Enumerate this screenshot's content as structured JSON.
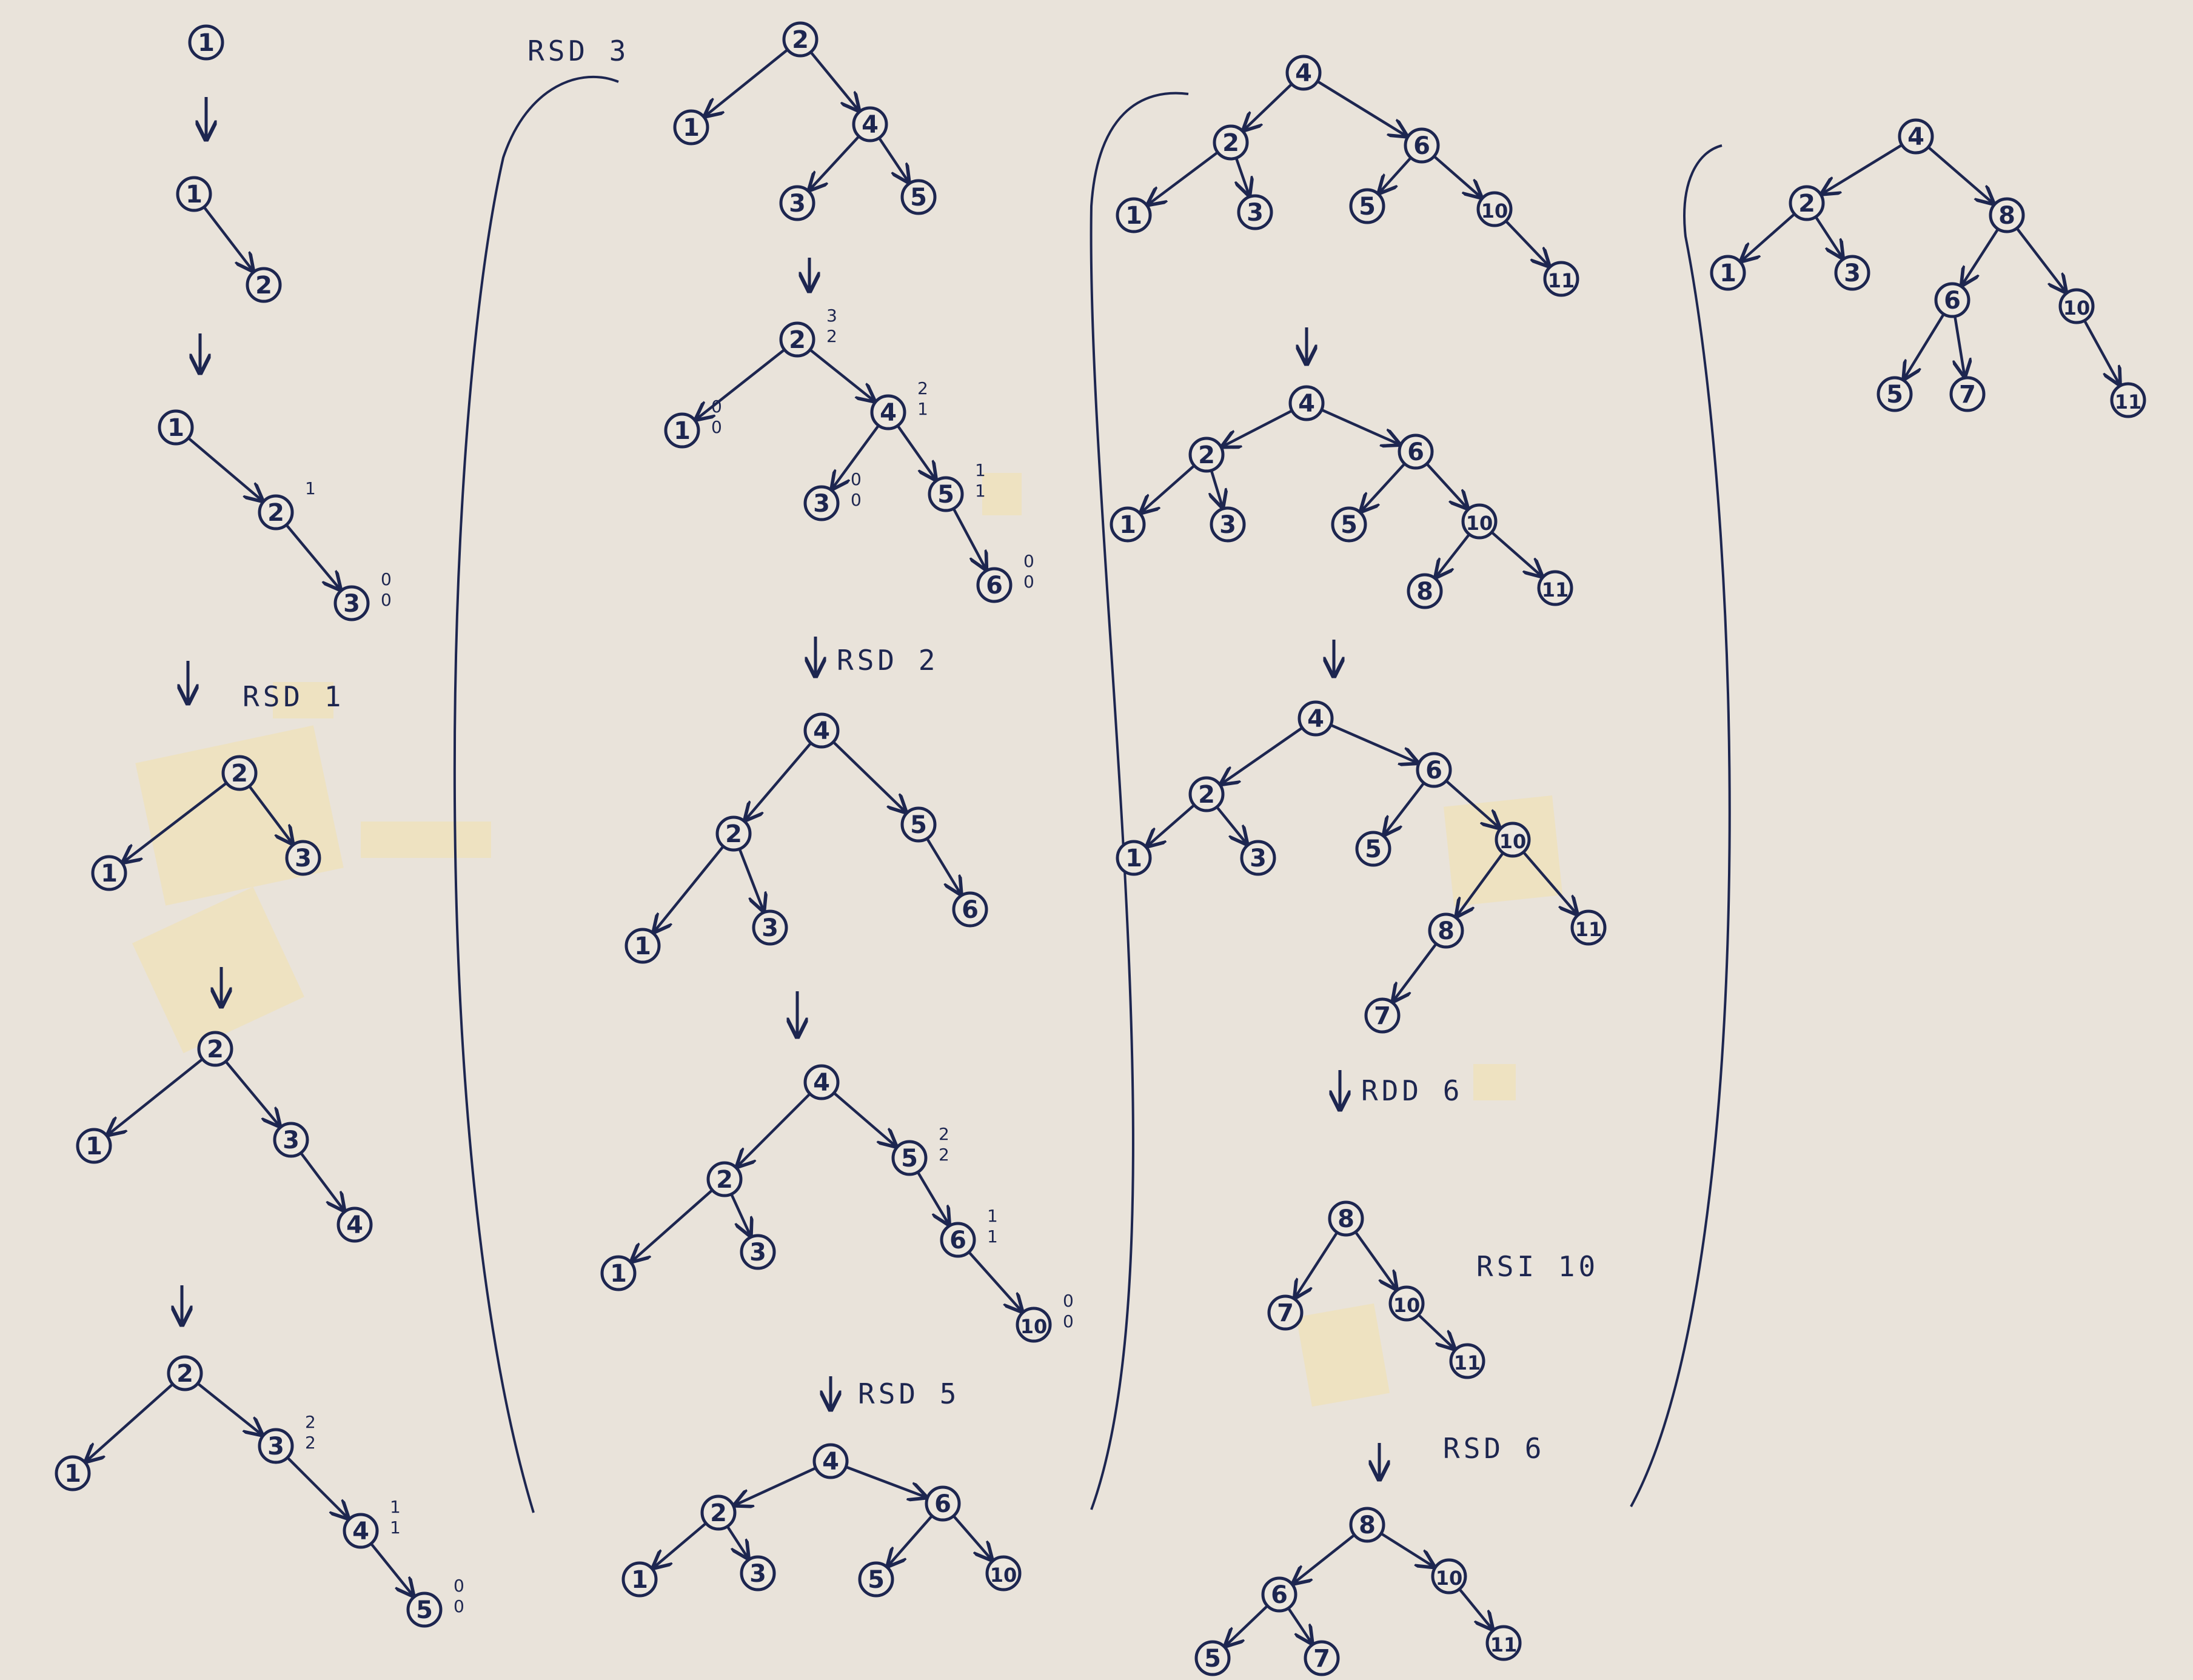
{
  "colors": {
    "paper": "#e9e3da",
    "ink": "#1d2650",
    "tape": "#efe2b8"
  },
  "labels": {
    "rsd1": "RSD 1",
    "rsd3": "RSD 3",
    "rsd2": "RSD 2",
    "rsd5": "RSD 5",
    "rdd6": "RDD 6",
    "rsi10": "RSI 10",
    "rsd6": "RSD 6"
  },
  "trees": [
    {
      "id": "t1",
      "nodes": [
        "1"
      ],
      "edges": []
    },
    {
      "id": "t2",
      "nodes": [
        "1",
        "2"
      ],
      "edges": [
        [
          "1",
          "2"
        ]
      ]
    },
    {
      "id": "t3",
      "nodes": [
        "1",
        "2",
        "3"
      ],
      "edges": [
        [
          "1",
          "2"
        ],
        [
          "2",
          "3"
        ]
      ],
      "marks": [
        [
          "2",
          "1"
        ],
        [
          "3",
          "0 0"
        ]
      ]
    },
    {
      "id": "t4",
      "nodes": [
        "2",
        "1",
        "3"
      ],
      "edges": [
        [
          "2",
          "1"
        ],
        [
          "2",
          "3"
        ]
      ]
    },
    {
      "id": "t5",
      "nodes": [
        "2",
        "1",
        "3",
        "4"
      ],
      "edges": [
        [
          "2",
          "1"
        ],
        [
          "2",
          "3"
        ],
        [
          "3",
          "4"
        ]
      ]
    },
    {
      "id": "t6",
      "nodes": [
        "2",
        "1",
        "3",
        "4",
        "5"
      ],
      "edges": [
        [
          "2",
          "1"
        ],
        [
          "2",
          "3"
        ],
        [
          "3",
          "4"
        ],
        [
          "4",
          "5"
        ]
      ],
      "marks": [
        [
          "3",
          "2 2"
        ],
        [
          "4",
          "1 1"
        ],
        [
          "5",
          "0 0"
        ]
      ]
    },
    {
      "id": "t7",
      "nodes": [
        "2",
        "1",
        "4",
        "3",
        "5"
      ],
      "edges": [
        [
          "2",
          "1"
        ],
        [
          "2",
          "4"
        ],
        [
          "4",
          "3"
        ],
        [
          "4",
          "5"
        ]
      ]
    },
    {
      "id": "t8",
      "nodes": [
        "2",
        "1",
        "4",
        "3",
        "5",
        "6"
      ],
      "edges": [
        [
          "2",
          "1"
        ],
        [
          "2",
          "4"
        ],
        [
          "4",
          "3"
        ],
        [
          "4",
          "5"
        ],
        [
          "5",
          "6"
        ]
      ],
      "marks": [
        [
          "2",
          "3 2"
        ],
        [
          "4",
          "2 1"
        ],
        [
          "5",
          "1 1"
        ],
        [
          "1",
          "0 0"
        ],
        [
          "3",
          "0 0"
        ],
        [
          "6",
          "0 0"
        ]
      ]
    },
    {
      "id": "t9",
      "nodes": [
        "4",
        "2",
        "5",
        "1",
        "3",
        "6"
      ],
      "edges": [
        [
          "4",
          "2"
        ],
        [
          "4",
          "5"
        ],
        [
          "2",
          "1"
        ],
        [
          "2",
          "3"
        ],
        [
          "5",
          "6"
        ]
      ]
    },
    {
      "id": "t10",
      "nodes": [
        "4",
        "2",
        "5",
        "1",
        "3",
        "6",
        "10"
      ],
      "edges": [
        [
          "4",
          "2"
        ],
        [
          "4",
          "5"
        ],
        [
          "2",
          "1"
        ],
        [
          "2",
          "3"
        ],
        [
          "5",
          "6"
        ],
        [
          "6",
          "10"
        ]
      ],
      "marks": [
        [
          "5",
          "2 2"
        ],
        [
          "6",
          "1 1"
        ],
        [
          "10",
          "0 0"
        ]
      ]
    },
    {
      "id": "t11",
      "nodes": [
        "4",
        "2",
        "6",
        "1",
        "3",
        "5",
        "10"
      ],
      "edges": [
        [
          "4",
          "2"
        ],
        [
          "4",
          "6"
        ],
        [
          "2",
          "1"
        ],
        [
          "2",
          "3"
        ],
        [
          "6",
          "5"
        ],
        [
          "6",
          "10"
        ]
      ]
    },
    {
      "id": "t12",
      "nodes": [
        "4",
        "2",
        "6",
        "1",
        "3",
        "5",
        "10",
        "11"
      ],
      "edges": [
        [
          "4",
          "2"
        ],
        [
          "4",
          "6"
        ],
        [
          "2",
          "1"
        ],
        [
          "2",
          "3"
        ],
        [
          "6",
          "5"
        ],
        [
          "6",
          "10"
        ],
        [
          "10",
          "11"
        ]
      ]
    },
    {
      "id": "t13",
      "nodes": [
        "4",
        "2",
        "6",
        "1",
        "3",
        "5",
        "10",
        "8",
        "11"
      ],
      "edges": [
        [
          "4",
          "2"
        ],
        [
          "4",
          "6"
        ],
        [
          "2",
          "1"
        ],
        [
          "2",
          "3"
        ],
        [
          "6",
          "5"
        ],
        [
          "6",
          "10"
        ],
        [
          "10",
          "8"
        ],
        [
          "10",
          "11"
        ]
      ]
    },
    {
      "id": "t14",
      "nodes": [
        "4",
        "2",
        "6",
        "1",
        "3",
        "5",
        "10",
        "8",
        "11",
        "7"
      ],
      "edges": [
        [
          "4",
          "2"
        ],
        [
          "4",
          "6"
        ],
        [
          "2",
          "1"
        ],
        [
          "2",
          "3"
        ],
        [
          "6",
          "5"
        ],
        [
          "6",
          "10"
        ],
        [
          "10",
          "8"
        ],
        [
          "10",
          "11"
        ],
        [
          "8",
          "7"
        ]
      ]
    },
    {
      "id": "t15",
      "nodes": [
        "8",
        "7",
        "10",
        "11"
      ],
      "edges": [
        [
          "8",
          "7"
        ],
        [
          "8",
          "10"
        ],
        [
          "10",
          "11"
        ]
      ]
    },
    {
      "id": "t16",
      "nodes": [
        "8",
        "6",
        "10",
        "5",
        "7",
        "11"
      ],
      "edges": [
        [
          "8",
          "6"
        ],
        [
          "8",
          "10"
        ],
        [
          "6",
          "5"
        ],
        [
          "6",
          "7"
        ],
        [
          "10",
          "11"
        ]
      ]
    },
    {
      "id": "t17",
      "nodes": [
        "4",
        "2",
        "8",
        "1",
        "3",
        "6",
        "10",
        "5",
        "7",
        "11"
      ],
      "edges": [
        [
          "4",
          "2"
        ],
        [
          "4",
          "8"
        ],
        [
          "2",
          "1"
        ],
        [
          "2",
          "3"
        ],
        [
          "8",
          "6"
        ],
        [
          "8",
          "10"
        ],
        [
          "6",
          "5"
        ],
        [
          "6",
          "7"
        ],
        [
          "10",
          "11"
        ]
      ]
    }
  ]
}
